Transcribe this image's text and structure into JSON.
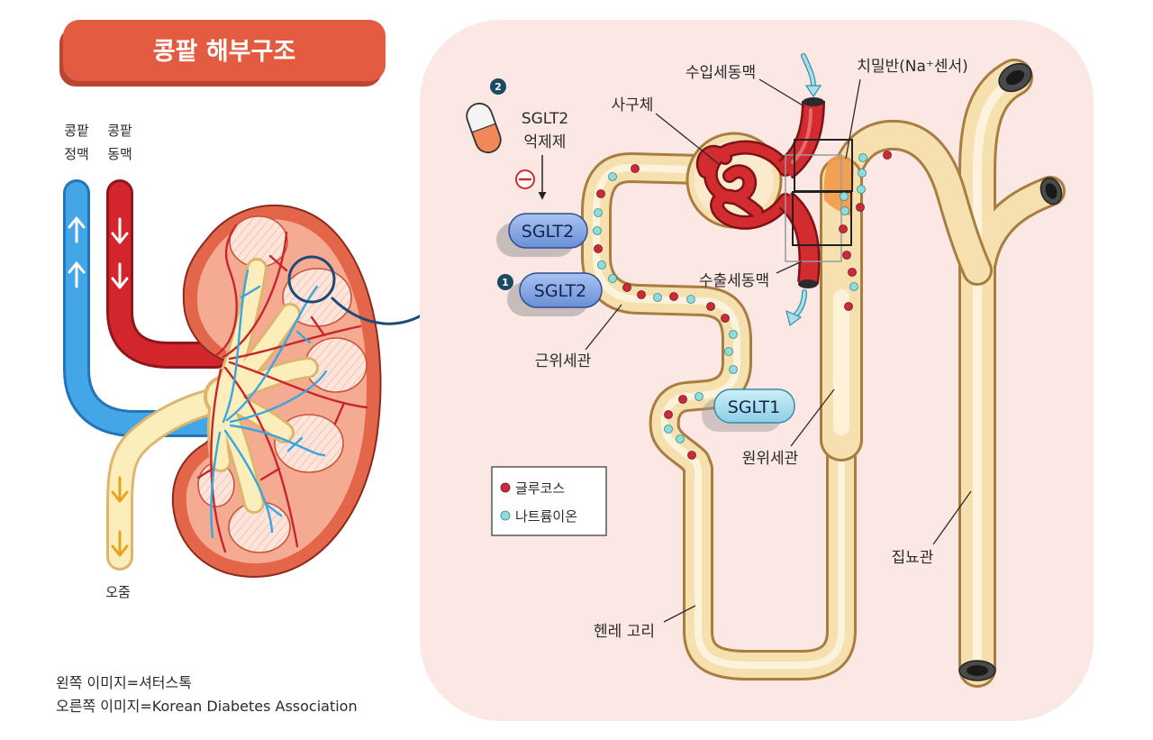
{
  "title": "콩팥 해부구조",
  "left_panel": {
    "renal_vein_label": [
      "콩팥",
      "정맥"
    ],
    "renal_artery_label": [
      "콩팥",
      "동맥"
    ],
    "urine_label": "오줌"
  },
  "right_panel": {
    "afferent_arteriole": "수입세동맥",
    "macula_densa": "치밀반(Na⁺센서)",
    "glomerulus": "사구체",
    "efferent_arteriole": "수출세동맥",
    "proximal_tubule": "근위세관",
    "distal_tubule": "원위세관",
    "collecting_duct": "집뇨관",
    "loop_of_henle": "헨레 고리",
    "inhibitor": {
      "badge": "2",
      "lines": [
        "SGLT2",
        "억제제"
      ],
      "icon": "pill-icon",
      "effect_icon": "minus-circle-icon"
    },
    "transporters": {
      "upper_sglt2": "SGLT2",
      "lower_sglt2": "SGLT2",
      "lower_sglt2_badge": "1",
      "sglt1": "SGLT1"
    },
    "legend": [
      {
        "label": "글루코스",
        "color": "#c92b3a"
      },
      {
        "label": "나트륨이온",
        "color": "#8edcdc"
      }
    ]
  },
  "credits": [
    "왼쪽 이미지=셔터스톡",
    "오른쪽 이미지=Korean Diabetes Association"
  ],
  "colors": {
    "title_banner": "#e35b40",
    "renal_vein": "#43a6e6",
    "renal_artery": "#d2262c",
    "ureter": "#fbeebb",
    "panel_background": "#fbe7e3",
    "sglt2": "#7b9fe2",
    "sglt1": "#a8dcec",
    "inhibition": "#d62a2a",
    "magnifier": "#1e4a78"
  }
}
